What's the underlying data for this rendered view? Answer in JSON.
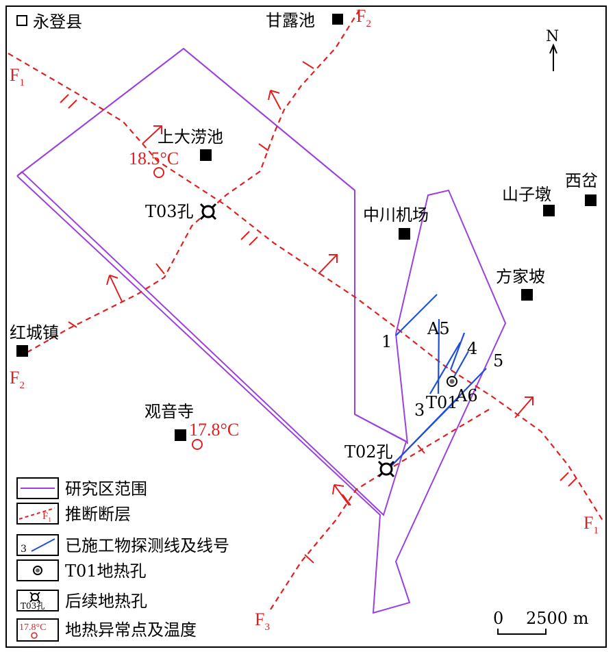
{
  "legend_top": {
    "town_symbol_label": "永登县"
  },
  "north_label": "N",
  "places": {
    "ganluchi": "甘露池",
    "shangdalaochi": "上大涝池",
    "zhongchuan_airport": "中川机场",
    "shanzidun": "山子墩",
    "xipen": "西岔",
    "fangjiapo": "方家坡",
    "hongchengzhen": "红城镇",
    "guanyinsi": "观音寺"
  },
  "wells": {
    "t01": "T01",
    "t02": "T02孔",
    "t03": "T03孔"
  },
  "anomalies": {
    "a1": "18.5°C",
    "a2": "17.8°C"
  },
  "faults": {
    "f1_top": {
      "main": "F",
      "sub": "1"
    },
    "f1_bottom": {
      "main": "F",
      "sub": "1"
    },
    "f2_top": {
      "main": "F",
      "sub": "2"
    },
    "f2_bottom": {
      "main": "F",
      "sub": "2"
    },
    "f3": {
      "main": "F",
      "sub": "3"
    }
  },
  "survey_lines": {
    "l1": "1",
    "l3": "3",
    "l4": "4",
    "l5": "5",
    "a5": "A5",
    "a6": "A6"
  },
  "scale_bar": {
    "start": "0",
    "end": "2500 m"
  },
  "legend": {
    "study_area": "研究区范围",
    "inferred_fault": "推断断层",
    "inferred_fault_sample": {
      "main": "F",
      "sub": "1"
    },
    "survey_line": "已施工物探测线及线号",
    "survey_line_sample": "3",
    "t01_well": "T01地热孔",
    "future_well": "后续地热孔",
    "future_well_sample": "T03孔",
    "anomaly": "地热异常点及温度",
    "anomaly_sample": "17.8°C"
  },
  "colors": {
    "fault": "#e02020",
    "study_area": "#9b40e0",
    "survey_line": "#1f4fd6",
    "frame": "#000000"
  }
}
